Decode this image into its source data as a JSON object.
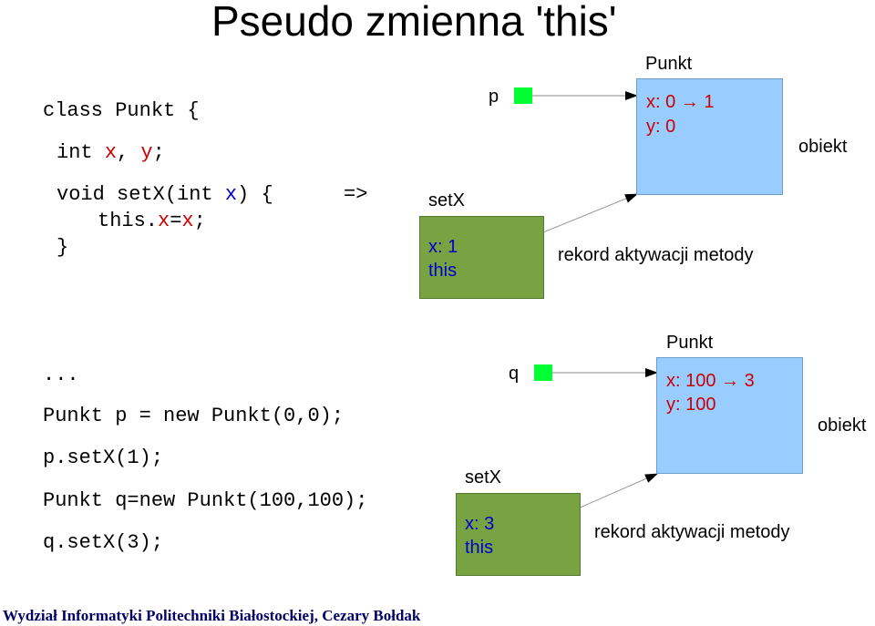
{
  "title": "Pseudo zmienna 'this'",
  "code_top": {
    "line1": {
      "kw": "class Punkt {"
    },
    "line2": {
      "kw": "int ",
      "x": "x",
      "sep": ", ",
      "y": "y",
      "end": ";"
    },
    "line3": {
      "pre": "void setX(int ",
      "x": "x",
      "post": ") {"
    },
    "arrow": "=>",
    "line4": {
      "pre": "this.",
      "x1": "x",
      "eq": "=",
      "x2": "x",
      "end": ";"
    },
    "line5": "}"
  },
  "code_bottom": {
    "l1": "...",
    "l2": "Punkt p = new Punkt(0,0);",
    "l3": "p.setX(1);",
    "l4": "Punkt q=new Punkt(100,100);",
    "l5": "q.setX(3);"
  },
  "diagram_top": {
    "ref_label": "p",
    "object_title": "Punkt",
    "x_field": "x: 0 ",
    "x_arrow": "→",
    "x_new": " 1",
    "y_field": "y: 0",
    "object_label": "obiekt",
    "frame_title": "setX",
    "frame_x": "x: 1",
    "frame_this": "this",
    "frame_label": "rekord aktywacji metody"
  },
  "diagram_bottom": {
    "ref_label": "q",
    "object_title": "Punkt",
    "x_field": "x: 100 ",
    "x_arrow": "→",
    "x_new": " 3",
    "y_field": "y: 100",
    "object_label": "obiekt",
    "frame_title": "setX",
    "frame_x": "x: 3",
    "frame_this": "this",
    "frame_label": "rekord aktywacji metody"
  },
  "footer": "Wydział Informatyki Politechniki Białostockiej, Cezary Bołdak",
  "colors": {
    "object_fill": "#99ccff",
    "frame_fill": "#77a343",
    "reference": "#00ff33",
    "field_text": "#cc0000",
    "param_text": "#0000cc",
    "footer_text": "#000066"
  }
}
